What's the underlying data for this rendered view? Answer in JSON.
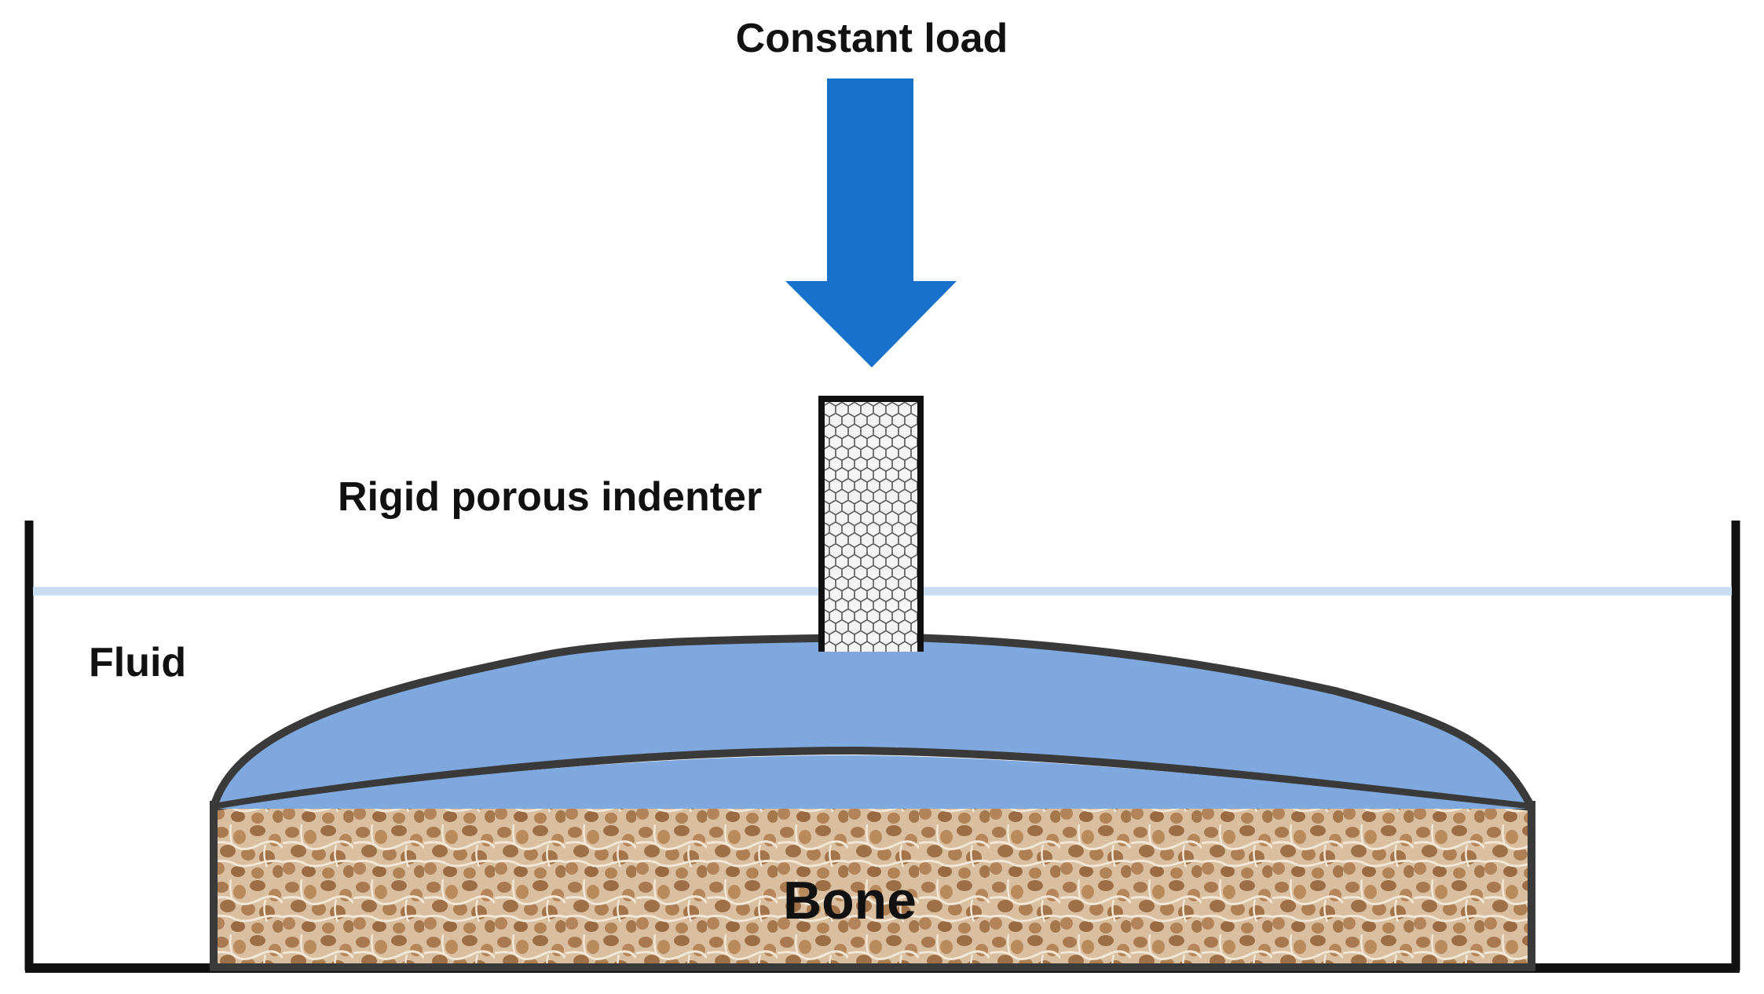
{
  "labels": {
    "load": "Constant load",
    "indenter": "Rigid porous indenter",
    "fluid": "Fluid",
    "bone": "Bone"
  },
  "colors": {
    "arrow": "#1872CC",
    "cartilage": "#7FA9DE",
    "cartilage_outline": "#3A3A3A",
    "fluid_line": "#C9DCF0",
    "container": "#111111",
    "bone_base": "#D9BFA0",
    "bone_pore": "#A8794E",
    "bone_light": "#F2E6D6",
    "indenter_fill": "#F4F4F4",
    "indenter_mesh": "#555555"
  },
  "icons": {
    "load_arrow": "down-arrow-icon"
  }
}
